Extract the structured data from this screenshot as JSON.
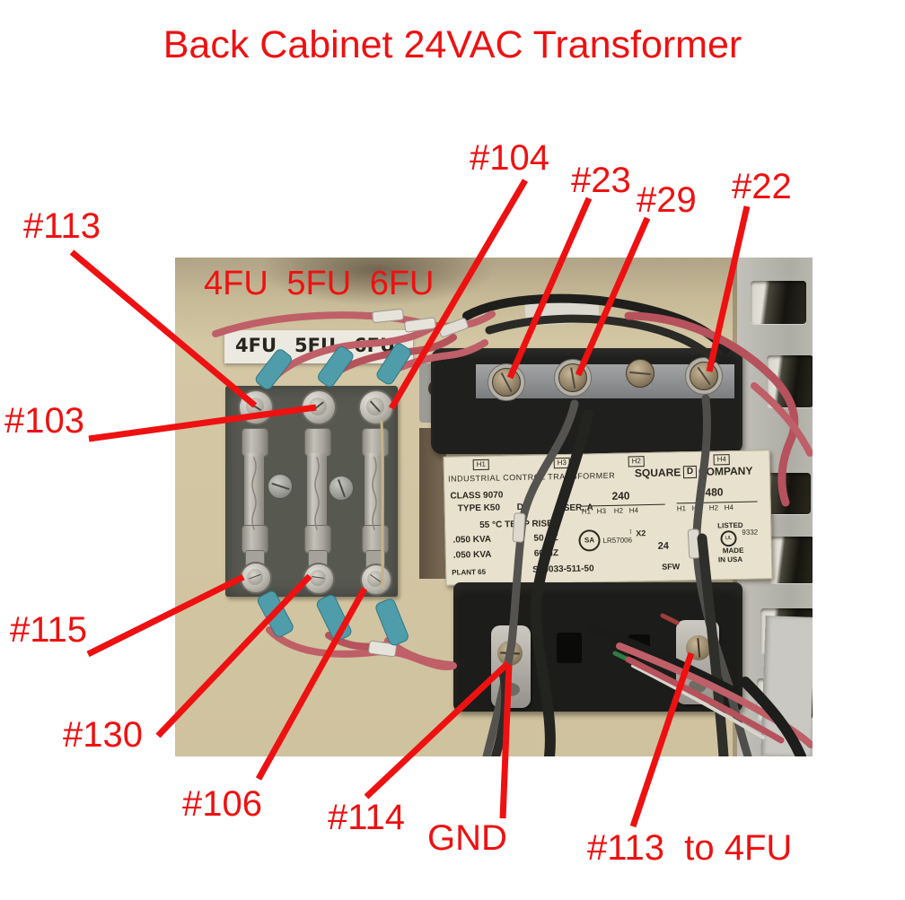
{
  "title": "Back Cabinet 24VAC Transformer",
  "annotations": {
    "a113": "#113",
    "a104": "#104",
    "a23": "#23",
    "a29": "#29",
    "a22": "#22",
    "fu_overlay": "4FU 5FU 6FU",
    "a103": "#103",
    "a115": "#115",
    "a130": "#130",
    "a106": "#106",
    "a114": "#114",
    "gnd": "GND",
    "a113_to": "#113  to 4FU"
  },
  "photo": {
    "fuse_strip": [
      "4FU",
      "5FU",
      "6FU"
    ],
    "transformer_label": {
      "terminals": [
        "H1",
        "H3",
        "H2",
        "H4"
      ],
      "heading": "INDUSTRIAL CONTROL TRANSFORMER",
      "brand_1": "SQUARE",
      "brand_d": "D",
      "brand_2": "COMPANY",
      "class_line": "CLASS 9070",
      "type_line": "TYPE K50",
      "type_suffix": "D2",
      "ser": "SER. A",
      "v_240": "240",
      "v_480": "480",
      "taps_240": "H1   H3    H2   H4",
      "taps_480": "H1   H3    H2   H4",
      "rise_line": "55 °C TEMP RISE",
      "kva_1": ".050 KVA",
      "hz_1": "50 HZ",
      "kva_2": ".050 KVA",
      "hz_2": "60 HZ",
      "csa_mark": "SA",
      "csa_num": "LR57006",
      "x2": "X2",
      "v_24": "24",
      "listed": "LISTED",
      "listed_num": "9332",
      "ul_mark": "UL",
      "made_1": "MADE",
      "made_2": "IN USA",
      "plant": "PLANT 65",
      "part_no": "S30033-511-50",
      "sfw": "SFW"
    }
  },
  "colors": {
    "annotation_red": "#ee1111",
    "wall_beige": "#d4c7a4",
    "vent_grey": "#b8b7af",
    "fuse_panel_grey": "#575951",
    "transformer_black": "#1f1f1d",
    "label_cream": "#e8e1cd",
    "wire_red": "#bf5f68",
    "wire_teal": "#4f9dab"
  }
}
